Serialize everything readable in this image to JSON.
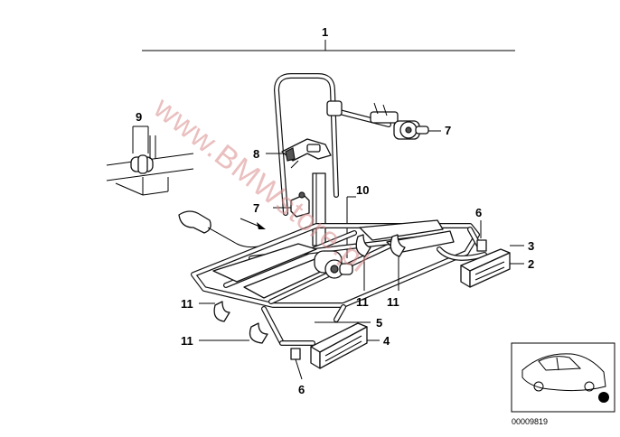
{
  "diagram": {
    "callouts": {
      "c1": "1",
      "c2": "2",
      "c3": "3",
      "c4": "4",
      "c5": "5",
      "c6a": "6",
      "c6b": "6",
      "c7a": "7",
      "c7b": "7",
      "c8": "8",
      "c9": "9",
      "c10": "10",
      "c11a": "11",
      "c11b": "11",
      "c11c": "11",
      "c11d": "11"
    },
    "watermark": "www.BMWstore.pl",
    "reference_number": "00009819"
  }
}
